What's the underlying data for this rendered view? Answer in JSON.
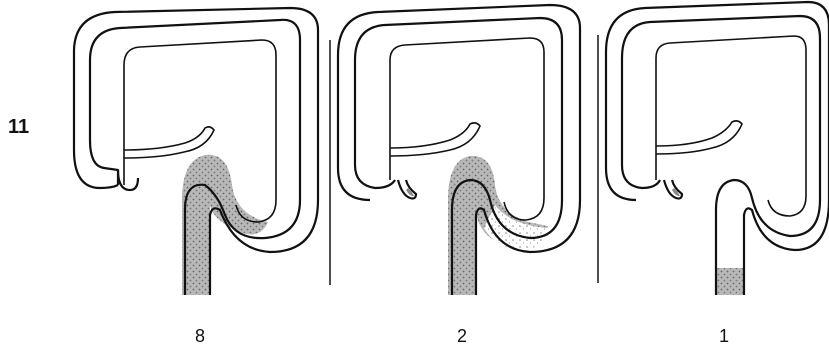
{
  "figure": {
    "number": "11",
    "panels": [
      {
        "id": "left",
        "label": "8",
        "appendix": false,
        "shading": "distal-heavy"
      },
      {
        "id": "middle",
        "label": "2",
        "appendix": true,
        "shading": "distal-stippled"
      },
      {
        "id": "right",
        "label": "1",
        "appendix": true,
        "shading": "rectum-only"
      }
    ],
    "colors": {
      "outline": "#111111",
      "shading": "#9a9a9a",
      "background": "#ffffff"
    }
  }
}
